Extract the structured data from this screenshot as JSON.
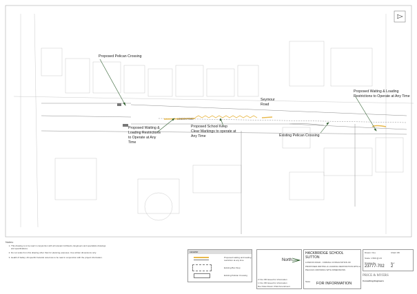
{
  "drawing": {
    "annotations": {
      "pelican_new": "Proposed Pelican Crossing",
      "seymour_road": "Seymour Road",
      "restrictions_right": "Proposed Waiting & Loading Restrictions to Operate at Any Time",
      "restrictions_left": "Proposed Waiting & Loading Restrictions to Operate at Any Time",
      "school_keep_clear": "Proposed School Keep Clear Markings to operate at Any Time",
      "pelican_existing": "Existing Pelican Crossing",
      "london_road": "LONDON ROAD"
    },
    "colors": {
      "restriction": "#e8b84a",
      "arrow": "#2e5e2e",
      "linework": "#8a8a8a"
    }
  },
  "notes": {
    "title": "Notes:",
    "items": [
      "This drawing is to be read in conjunction with all relevant Architects, Engineers and specialists drawings and specifications.",
      "Do not scale from this drawing other than for planning purposes. Use written dimensions only.",
      "Health & Safety: All specific hazards noted are to be read in conjunction with the project information."
    ]
  },
  "legend": {
    "title": "LEGEND",
    "items": [
      {
        "label": "Proposed waiting and loading restriction at any time"
      },
      {
        "label": "Existing Bus Stop"
      },
      {
        "label": "Existing Pelican Crossing"
      }
    ]
  },
  "title_block": {
    "north_label": "North",
    "revisions": [
      {
        "rev": "2",
        "by": "OLs",
        "chk": "KB",
        "desc": "Issued for information"
      },
      {
        "rev": "1",
        "by": "OLs",
        "chk": "KB",
        "desc": "Issued for information"
      }
    ],
    "revision_headers": {
      "rev": "Rev",
      "date": "Date",
      "by": "Drawn",
      "chk": "Chkd",
      "desc": "Amendment"
    },
    "project": "HACKBRIDGE SCHOOL SUTTON",
    "description": "LONDON ROAD - FORMAL CONSULTATION OF PROPOSED WAITING & LOADING RESTRICTION WITH A PELICAN CROSSING WITH DIMENSIONS",
    "status_label": "Status",
    "status": "FOR INFORMATION",
    "drawn": "Drawn: OLs",
    "checked": "Chkd: KB",
    "scale": "Scale: 1:500 @ A3",
    "drawing_no_label": "Drawing No",
    "drawing_no": "23777-702",
    "rev_label": "Rev",
    "rev": "2",
    "company": "PRICE & MYERS",
    "company_sub": "Consulting Engineers"
  }
}
